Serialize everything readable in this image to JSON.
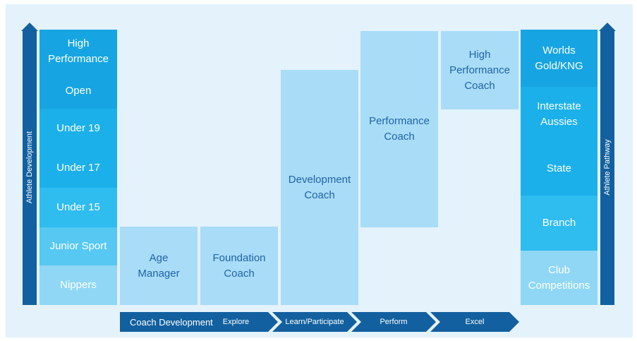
{
  "athlete_development": {
    "axis_label": "Athlete Development",
    "levels": [
      "High Performance",
      "Open",
      "Under 19",
      "Under 17",
      "Under 15",
      "Junior Sport",
      "Nippers"
    ]
  },
  "coaches": [
    "Age Manager",
    "Foundation Coach",
    "Development Coach",
    "Performance Coach",
    "High Performance Coach"
  ],
  "athlete_pathway": {
    "axis_label": "Athlete Pathway",
    "levels": [
      "Worlds Gold/KNG",
      "Interstate Aussies",
      "State",
      "Branch",
      "Club Competitions"
    ]
  },
  "stages": {
    "coach_development": "Coach Development",
    "explore": "Explore",
    "learn": "Learn/Participate",
    "perform": "Perform",
    "excel": "Excel"
  },
  "colors": {
    "dark_blue": "#12609f",
    "coach_box": "#a9dcf7",
    "coach_text": "#1f63a8",
    "background": "#e4f2fb"
  }
}
